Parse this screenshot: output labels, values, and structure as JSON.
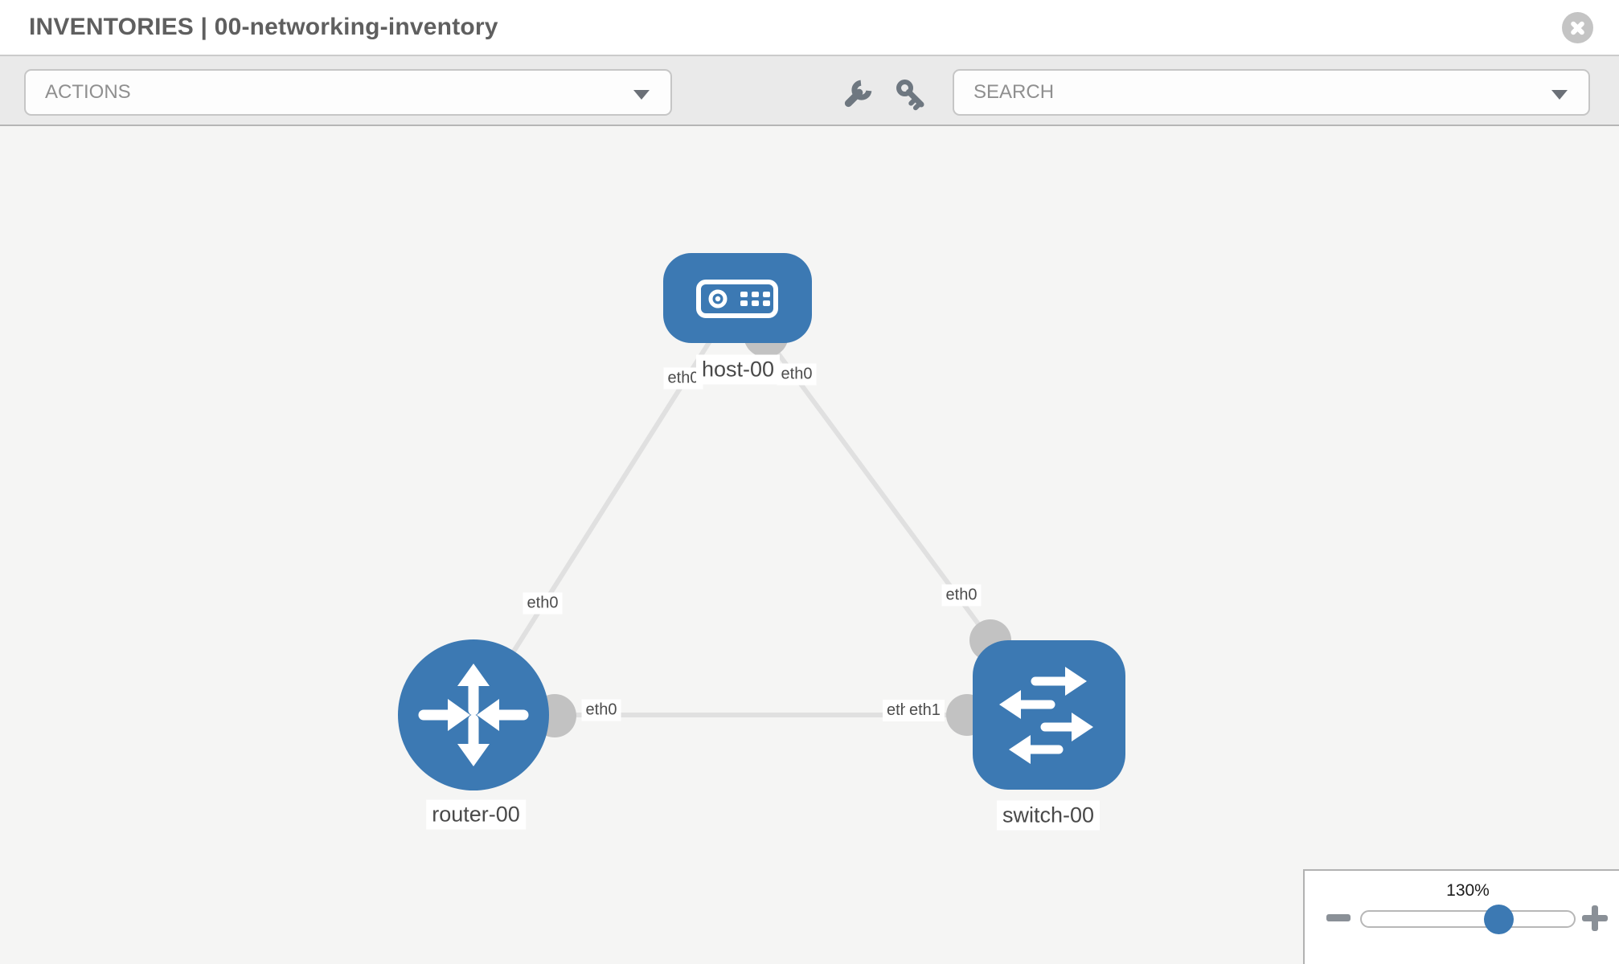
{
  "header": {
    "title": "INVENTORIES | 00-networking-inventory",
    "close_icon": "circle-x-icon"
  },
  "toolbar": {
    "actions_label": "ACTIONS",
    "search_label": "SEARCH",
    "icons": [
      "wrench-icon",
      "key-icon"
    ]
  },
  "topology": {
    "nodes": [
      {
        "label": "host-00",
        "type": "host",
        "shape": "rounded-rect",
        "icon": "server-icon"
      },
      {
        "label": "router-00",
        "type": "router",
        "shape": "circle",
        "icon": "router-arrows-icon"
      },
      {
        "label": "switch-00",
        "type": "switch",
        "shape": "rounded-square",
        "icon": "switch-arrows-icon"
      }
    ],
    "links": [
      {
        "from": "host-00",
        "from_if": "eth0",
        "to": "router-00",
        "to_if": "eth0"
      },
      {
        "from": "host-00",
        "from_if": "eth0",
        "to": "switch-00",
        "to_if": "eth0"
      },
      {
        "from": "router-00",
        "from_if": "eth0",
        "to": "switch-00",
        "to_if": "eth1"
      }
    ],
    "iface_labels": {
      "host_left": {
        "text": "eth0"
      },
      "host_right": {
        "text": "eth0"
      },
      "router_top": {
        "text": "eth0"
      },
      "switch_top": {
        "text": "eth0"
      },
      "router_right": {
        "text": "eth0"
      },
      "switch_mid_under": {
        "text": "eth0"
      },
      "switch_mid_over": {
        "text": "eth1"
      }
    }
  },
  "zoom_widget": {
    "value": "130%",
    "controls": [
      "zoom-out",
      "slider",
      "zoom-in"
    ]
  },
  "colors": {
    "node_blue": "#3c79b3",
    "connector_gray": "#c2c2c2",
    "link_gray": "#e0e0e0",
    "handle_blue": "#3c79b3"
  }
}
